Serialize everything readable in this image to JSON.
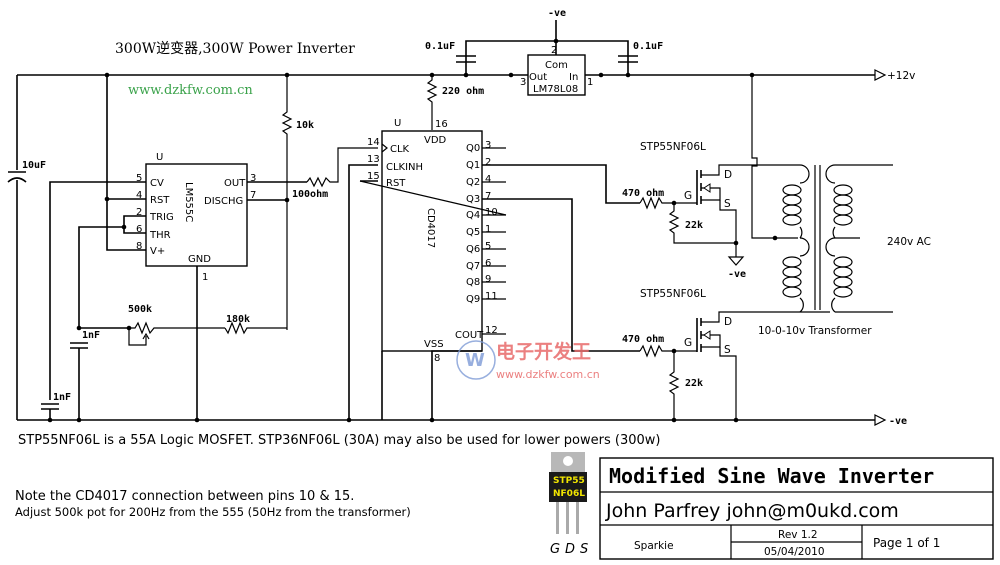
{
  "header": {
    "title": "300W逆变器,300W Power Inverter",
    "watermark_url": "www.dzkfw.com.cn"
  },
  "rails": {
    "neg_top": "-ve",
    "pos12": "+12v",
    "neg_bottom": "-ve",
    "neg_fet": "-ve"
  },
  "regulator": {
    "name": "LM78L08",
    "com": "Com",
    "out": "Out",
    "in": "In",
    "pin_com": "2",
    "pin_out": "3",
    "pin_in": "1",
    "cap_left": "0.1uF",
    "cap_right": "0.1uF"
  },
  "components": {
    "c_10uf": "10uF",
    "r_10k": "10k",
    "r_220": "220 ohm",
    "r_100": "100ohm",
    "pot_500k": "500k",
    "r_180k": "180k",
    "c_1nf_a": "1nF",
    "c_1nf_b": "1nF",
    "r_470_a": "470 ohm",
    "r_470_b": "470 ohm",
    "r_22k_a": "22k",
    "r_22k_b": "22k",
    "fet_a": "STP55NF06L",
    "fet_b": "STP55NF06L",
    "fet_g": "G",
    "fet_d": "D",
    "fet_s": "S",
    "transformer": "10-0-10v Transformer",
    "ac_out": "240v AC"
  },
  "lm555": {
    "ref": "U",
    "name": "LM555C",
    "pins_left": [
      {
        "num": "5",
        "name": "CV"
      },
      {
        "num": "4",
        "name": "RST"
      },
      {
        "num": "2",
        "name": "TRIG"
      },
      {
        "num": "6",
        "name": "THR"
      },
      {
        "num": "8",
        "name": "V+"
      }
    ],
    "pins_right": [
      {
        "num": "3",
        "name": "OUT"
      },
      {
        "num": "7",
        "name": "DISCHG"
      }
    ],
    "gnd": {
      "num": "1",
      "name": "GND"
    }
  },
  "cd4017": {
    "ref": "U",
    "name": "CD4017",
    "vdd": {
      "num": "16",
      "name": "VDD"
    },
    "vss": {
      "num": "8",
      "name": "VSS"
    },
    "pins_left": [
      {
        "num": "14",
        "name": "CLK"
      },
      {
        "num": "13",
        "name": "CLKINH"
      },
      {
        "num": "15",
        "name": "RST"
      }
    ],
    "pins_right": [
      {
        "num": "3",
        "name": "Q0"
      },
      {
        "num": "2",
        "name": "Q1"
      },
      {
        "num": "4",
        "name": "Q2"
      },
      {
        "num": "7",
        "name": "Q3"
      },
      {
        "num": "10",
        "name": "Q4"
      },
      {
        "num": "1",
        "name": "Q5"
      },
      {
        "num": "5",
        "name": "Q6"
      },
      {
        "num": "6",
        "name": "Q7"
      },
      {
        "num": "9",
        "name": "Q8"
      },
      {
        "num": "11",
        "name": "Q9"
      },
      {
        "num": "12",
        "name": "COUT"
      }
    ]
  },
  "notes": {
    "mosfet": "STP55NF06L is a 55A Logic MOSFET. STP36NF06L (30A) may also be used for lower powers (300w)",
    "cd4017": "Note the CD4017 connection between pins 10 & 15.",
    "adjust": "Adjust 500k pot for 200Hz from the 555 (50Hz from the transformer)"
  },
  "package": {
    "line1": "STP55",
    "line2": "NF06L",
    "pins": [
      "G",
      "D",
      "S"
    ]
  },
  "title_block": {
    "title": "Modified Sine Wave Inverter",
    "author": "John Parfrey john@m0ukd.com",
    "company": "Sparkie",
    "rev": "Rev 1.2",
    "date": "05/04/2010",
    "page": "Page 1 of 1"
  },
  "watermark": {
    "brand": "电子开发王",
    "url": "www.dzkfw.com.cn"
  }
}
